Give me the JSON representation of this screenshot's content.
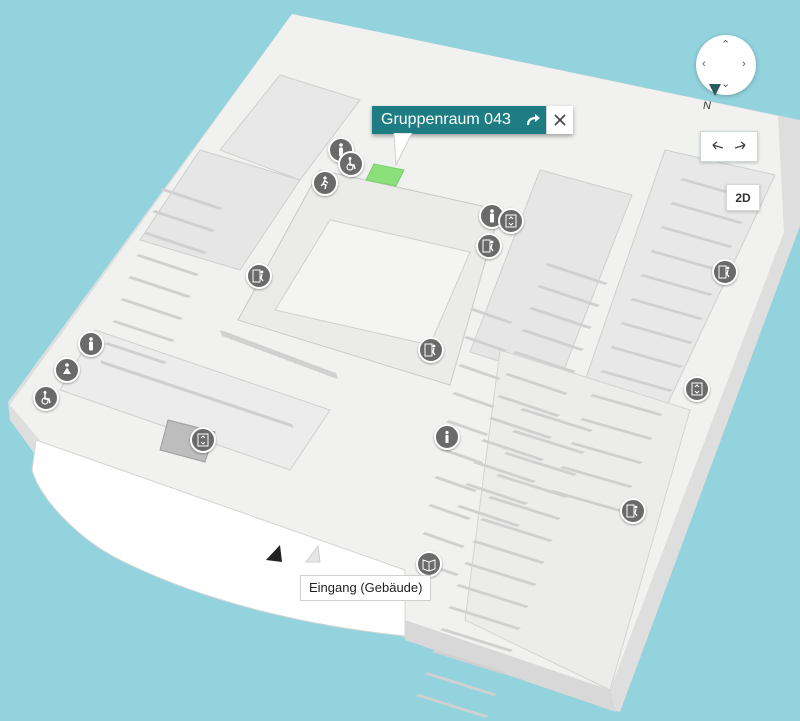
{
  "colors": {
    "water_bg": "#92d3de",
    "floor": "#f1f1f0",
    "wall": "#dcdcdc",
    "shelf": "#d2d2d2",
    "selected_room": "#8be07c",
    "popup_bg": "#1e7d83",
    "poi_bg": "#6a6a6a"
  },
  "popup": {
    "title": "Gruppenraum 043",
    "route_icon": "route-arrow-icon",
    "close_icon": "close-icon"
  },
  "controls": {
    "compass_icon": "compass-icon",
    "north_label": "N",
    "rotate_icon": "rotate-view-icon",
    "view_toggle_label": "2D"
  },
  "entrance": {
    "label": "Eingang (Gebäude)"
  },
  "pois": [
    {
      "name": "elevator-icon",
      "type": "elevator"
    },
    {
      "name": "wheelchair-icon",
      "type": "accessible-toilet"
    },
    {
      "name": "emergency-exit-icon",
      "type": "exit"
    },
    {
      "name": "information-icon",
      "type": "info"
    },
    {
      "name": "female-toilet-icon",
      "type": "toilet-female"
    },
    {
      "name": "male-toilet-icon",
      "type": "toilet-male"
    },
    {
      "name": "book-return-icon",
      "type": "book-return"
    }
  ]
}
